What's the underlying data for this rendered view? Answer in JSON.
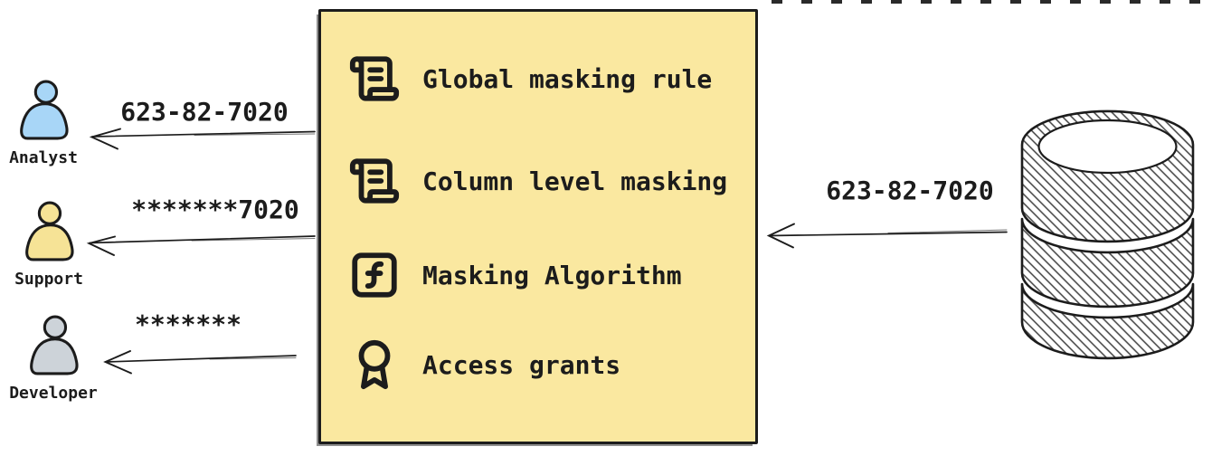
{
  "diagram": {
    "consumers": [
      {
        "icon": "person-icon",
        "label": "Analyst",
        "received_value": "623-82-7020",
        "fill": "#a8d6f7"
      },
      {
        "icon": "person-icon",
        "label": "Support",
        "received_value": "*******7020",
        "fill": "#f6e396"
      },
      {
        "icon": "person-icon",
        "label": "Developer",
        "received_value": "*******",
        "fill": "#cdd3d9"
      }
    ],
    "masking_box": {
      "fill": "#fae8a0",
      "border_color": "#1c1c1c",
      "items": [
        {
          "icon": "scroll-text-icon",
          "label": "Global masking rule"
        },
        {
          "icon": "scroll-text-icon",
          "label": "Column level masking"
        },
        {
          "icon": "function-square-icon",
          "label": "Masking Algorithm"
        },
        {
          "icon": "award-icon",
          "label": "Access grants"
        }
      ]
    },
    "database": {
      "icon": "database-icon",
      "outgoing_value": "623-82-7020"
    },
    "colors": {
      "ink": "#1c1c1c",
      "db_hatch": "#404040"
    }
  }
}
